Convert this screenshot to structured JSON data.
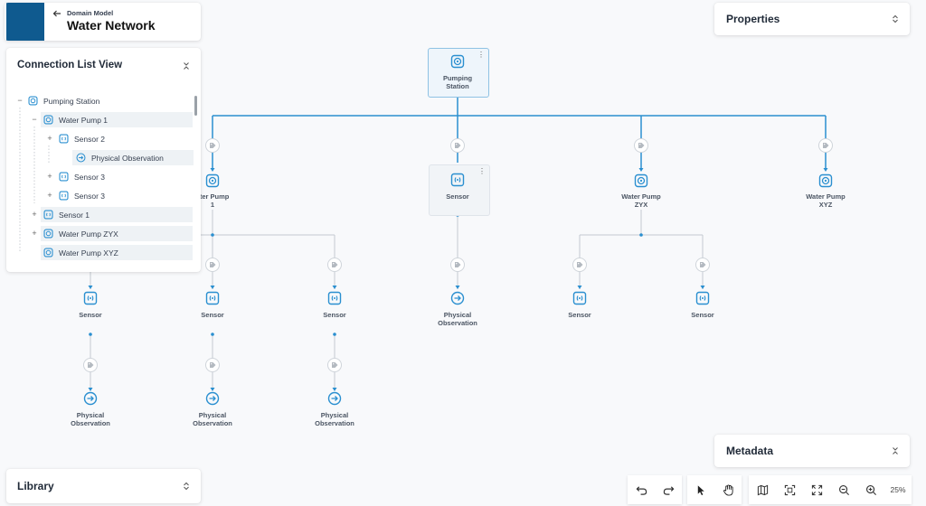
{
  "header": {
    "subtitle": "Domain Model",
    "title": "Water Network"
  },
  "properties": {
    "title": "Properties"
  },
  "connection_list": {
    "title": "Connection List View",
    "items": [
      {
        "label": "Pumping Station",
        "toggle": "−"
      },
      {
        "label": "Water Pump 1",
        "toggle": "−"
      },
      {
        "label": "Sensor 2",
        "toggle": "+"
      },
      {
        "label": "Physical Observation",
        "toggle": ""
      },
      {
        "label": "Sensor 3",
        "toggle": "+"
      },
      {
        "label": "Sensor 3",
        "toggle": "+"
      },
      {
        "label": "Sensor 1",
        "toggle": "+"
      },
      {
        "label": "Water Pump ZYX",
        "toggle": "+"
      },
      {
        "label": "Water Pump XYZ",
        "toggle": ""
      }
    ]
  },
  "library": {
    "title": "Library"
  },
  "metadata": {
    "title": "Metadata"
  },
  "toolbar": {
    "zoom": "25%"
  },
  "graph": {
    "nodes": {
      "root": {
        "line1": "Pumping",
        "line2": "Station"
      },
      "wp1": {
        "line1": "ater Pump",
        "line2": "1"
      },
      "sensor_center": {
        "line1": "Sensor"
      },
      "wp_zyx": {
        "line1": "Water Pump",
        "line2": "ZYX"
      },
      "wp_xyz": {
        "line1": "Water Pump",
        "line2": "XYZ"
      },
      "s_a": {
        "line1": "Sensor"
      },
      "s_b": {
        "line1": "Sensor"
      },
      "s_c": {
        "line1": "Sensor"
      },
      "po_center": {
        "line1": "Physical",
        "line2": "Observation"
      },
      "s_d": {
        "line1": "Sensor"
      },
      "s_e": {
        "line1": "Sensor"
      },
      "po_a": {
        "line1": "Physical",
        "line2": "Observation"
      },
      "po_b": {
        "line1": "Physical",
        "line2": "Observation"
      },
      "po_c": {
        "line1": "Physical",
        "line2": "Observation"
      }
    }
  },
  "colors": {
    "accent": "#2a8fd0",
    "brand": "#0f5a8f",
    "connector": "#c3c9d0"
  }
}
